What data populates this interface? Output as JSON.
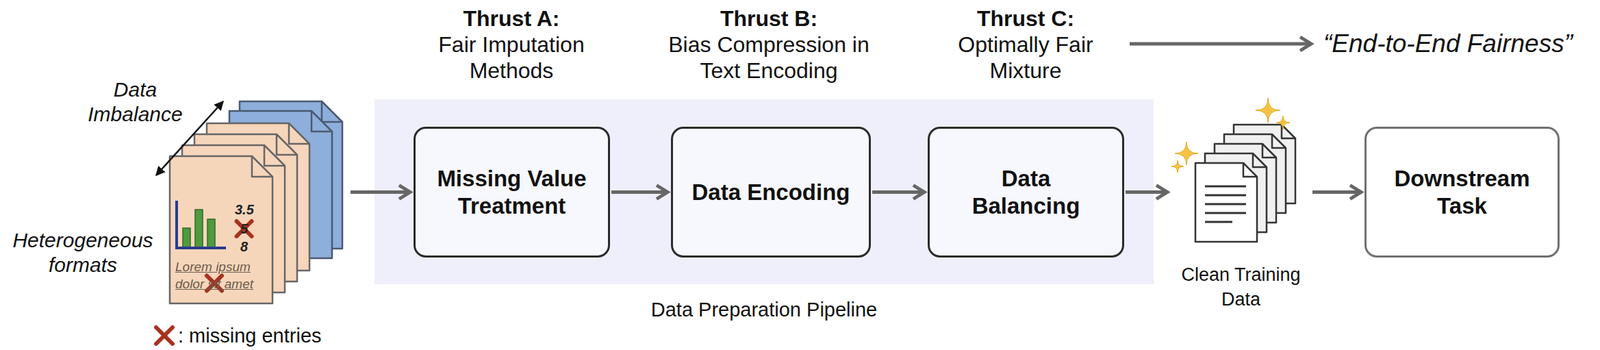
{
  "diagram": {
    "nodes": [
      {
        "text": [
          "3.5",
          "5",
          "8",
          "Lorem ipsum dolor sit amet"
        ]
      },
      {
        "text": [
          "Data Preparation Pipeline"
        ]
      },
      {
        "text": [
          "Missing Value Treatment"
        ],
        "in": 1
      },
      {
        "text": [
          "Data Encoding"
        ],
        "in": 1
      },
      {
        "text": [
          "Data Balancing"
        ],
        "in": 1
      },
      {
        "text": [
          "Clean Training Data"
        ]
      },
      {
        "text": [
          "Downstream Task"
        ]
      }
    ],
    "edges": [
      {
        "from": 0,
        "to": 2,
        "arrow": "to"
      },
      {
        "from": 2,
        "to": 3,
        "arrow": "to"
      },
      {
        "from": 3,
        "to": 4,
        "arrow": "to"
      },
      {
        "from": 4,
        "to": 5,
        "arrow": "to"
      },
      {
        "from": 5,
        "to": 6,
        "arrow": "to"
      }
    ],
    "labels": [
      "Data Imbalance",
      "Heterogeneous formats",
      "Thrust A:",
      "Fair Imputation Methods",
      "Thrust B:",
      "Bias Compression in Text Encoding",
      "Thrust C:",
      "Optimally Fair Mixture",
      "“End-to-End Fairness”"
    ],
    "legend": [
      {
        "text": ": missing entries"
      }
    ]
  }
}
